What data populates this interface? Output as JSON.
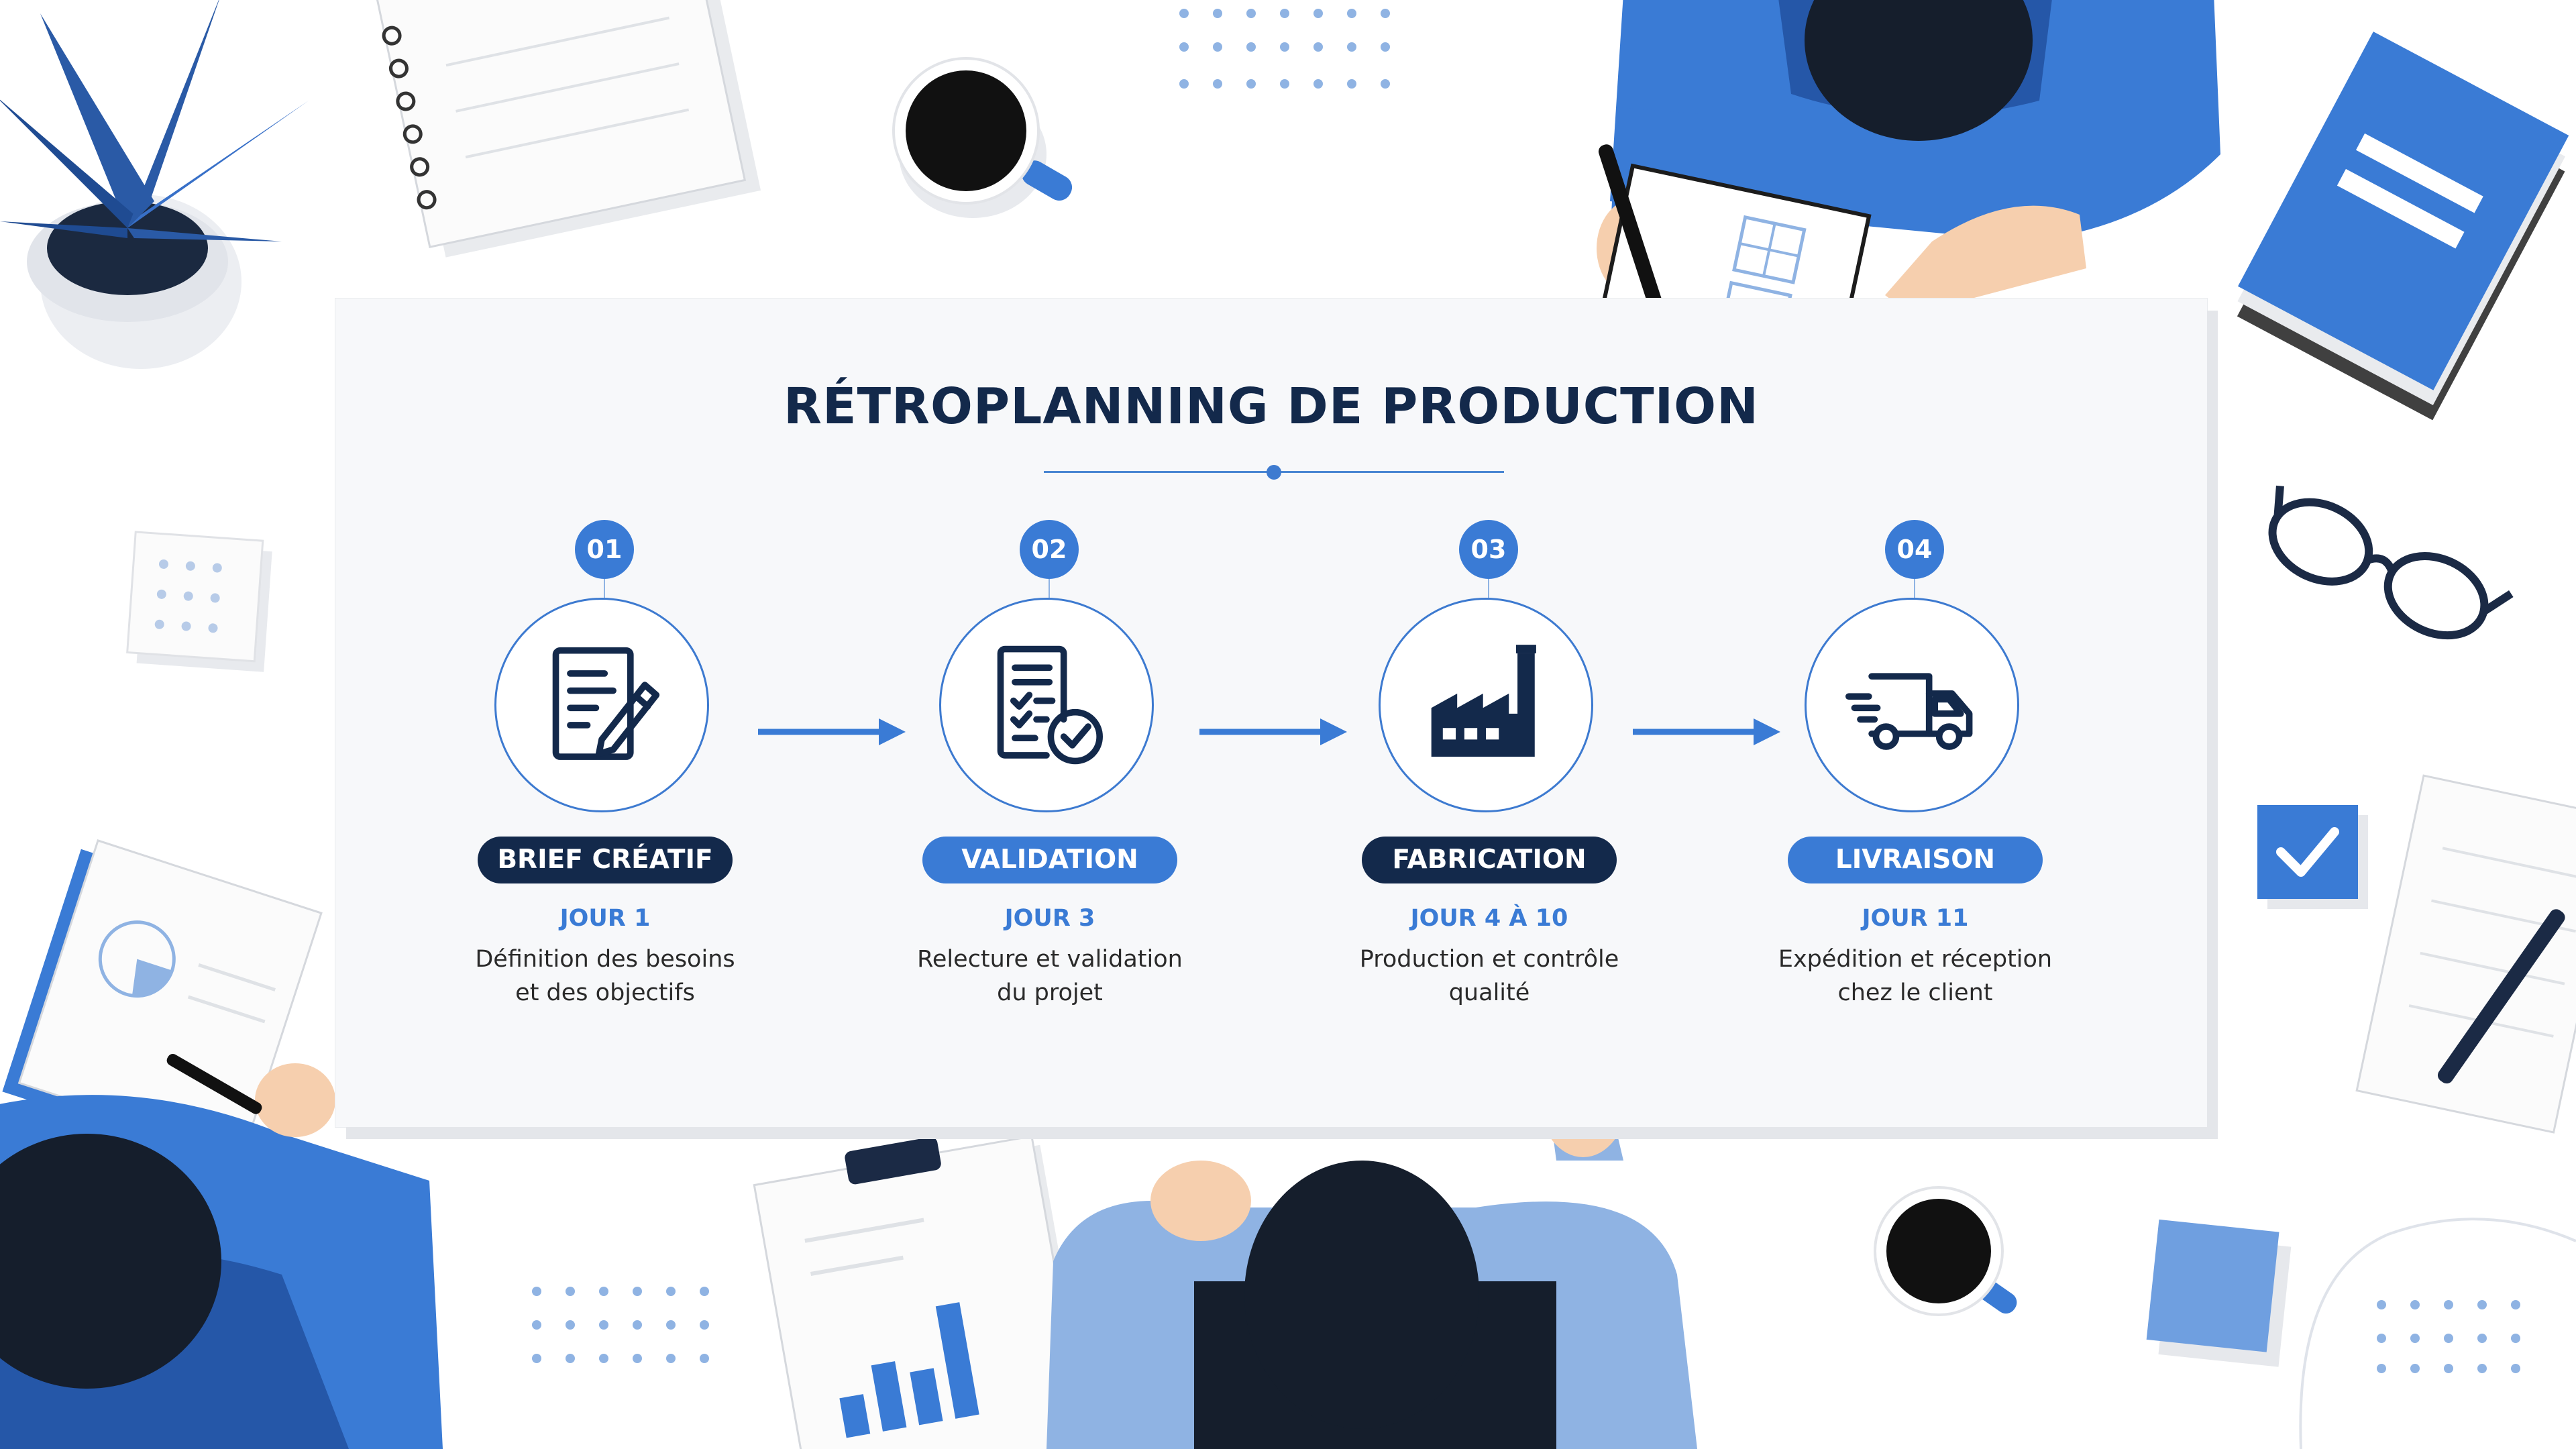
{
  "title": "RÉTROPLANNING DE PRODUCTION",
  "colors": {
    "navy": "#13294b",
    "blue": "#3a7bd5",
    "light_blue": "#4a86d2",
    "board": "#f7f8fa"
  },
  "steps": [
    {
      "number": "01",
      "label": "BRIEF CRÉATIF",
      "day": "JOUR 1",
      "desc_line1": "Définition des besoins",
      "desc_line2": "et des objectifs",
      "icon": "document-pencil-icon",
      "pill_style": "dark"
    },
    {
      "number": "02",
      "label": "VALIDATION",
      "day": "JOUR 3",
      "desc_line1": "Relecture et validation",
      "desc_line2": "du projet",
      "icon": "checklist-approval-icon",
      "pill_style": "blue"
    },
    {
      "number": "03",
      "label": "FABRICATION",
      "day": "JOUR 4 À 10",
      "desc_line1": "Production et contrôle",
      "desc_line2": "qualité",
      "icon": "factory-icon",
      "pill_style": "dark"
    },
    {
      "number": "04",
      "label": "LIVRAISON",
      "day": "JOUR 11",
      "desc_line1": "Expédition et réception",
      "desc_line2": "chez le client",
      "icon": "delivery-truck-icon",
      "pill_style": "blue"
    }
  ]
}
